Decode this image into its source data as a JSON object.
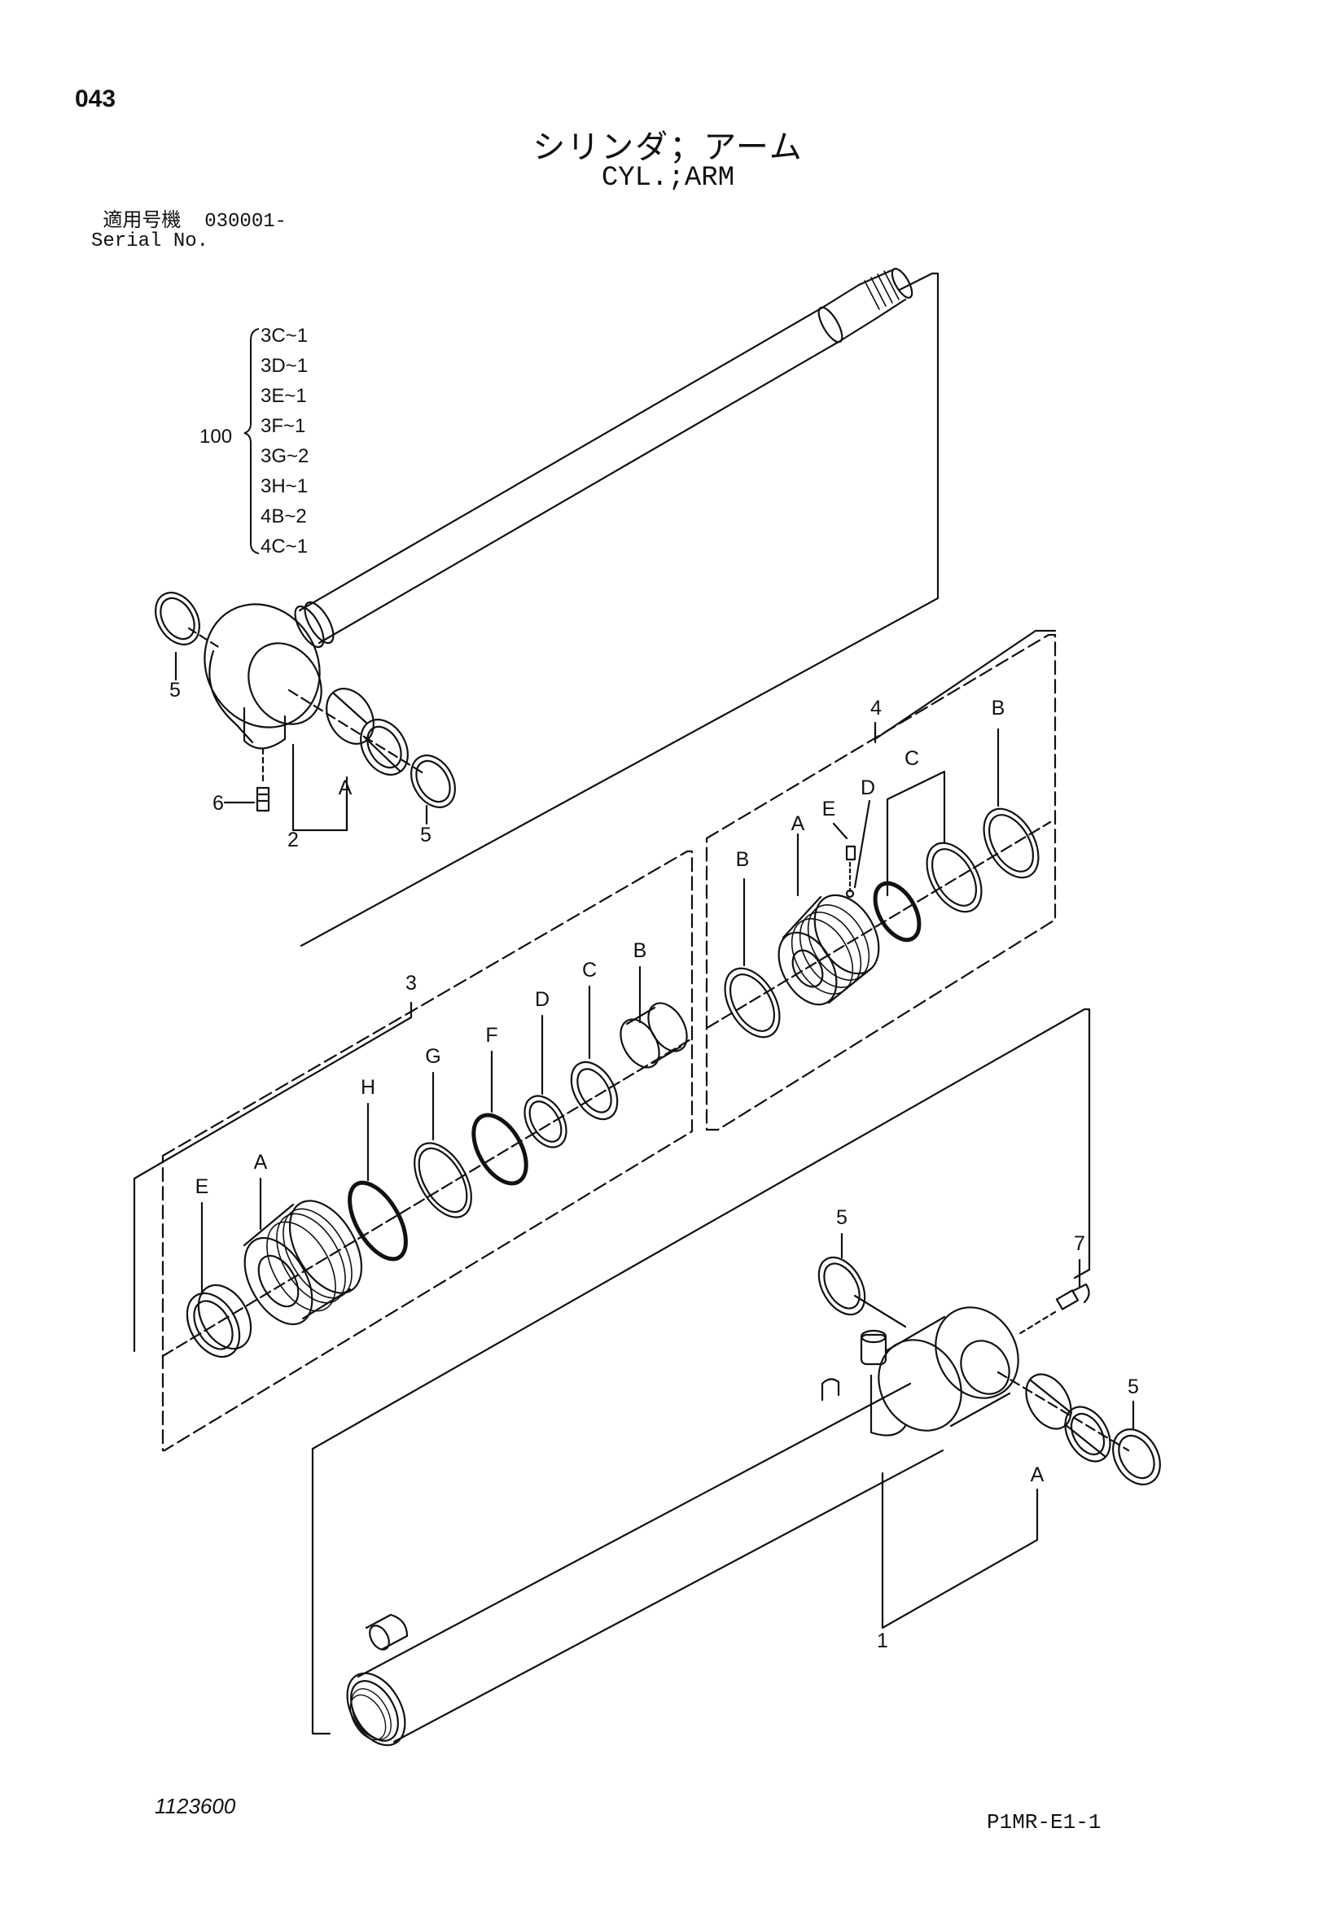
{
  "header": {
    "page_number": "043",
    "title_jp": "シリンダ；アーム",
    "title_en": "CYL.;ARM",
    "serial_label_jp": "適用号機",
    "serial_value": "030001-",
    "serial_label_en": "Serial No."
  },
  "kit_group": {
    "number": "100",
    "items": [
      "3C~1",
      "3D~1",
      "3E~1",
      "3F~1",
      "3G~2",
      "3H~1",
      "4B~2",
      "4C~1"
    ]
  },
  "callouts": {
    "rod_seal_left": "5",
    "rod_grease_fitting": "6",
    "rod_assembly": "2",
    "rod_bushing": "A",
    "rod_seal_right": "5",
    "piston_kit": "4",
    "piston_b_right": "B",
    "piston_c": "C",
    "piston_d": "D",
    "piston_e": "E",
    "piston_a": "A",
    "piston_b_left": "B",
    "head_kit": "3",
    "head_b": "B",
    "head_c": "C",
    "head_d": "D",
    "head_f": "F",
    "head_g": "G",
    "head_h": "H",
    "head_a": "A",
    "head_e": "E",
    "tube_seal_top": "5",
    "tube_grease_fitting": "7",
    "tube_seal_right": "5",
    "tube_bushing": "A",
    "tube_assembly": "1"
  },
  "footer": {
    "drawing_number": "1123600",
    "figure_code": "P1MR-E1-1"
  }
}
